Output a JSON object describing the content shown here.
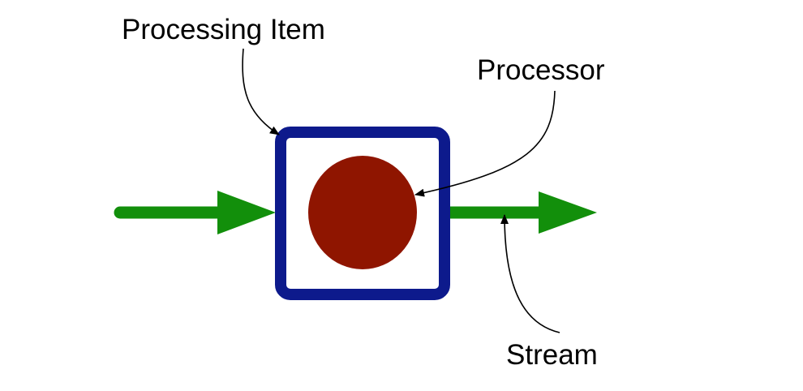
{
  "labels": {
    "processing_item": "Processing Item",
    "processor": "Processor",
    "stream": "Stream"
  },
  "colors": {
    "processing_item_border": "#0d1a8c",
    "processor_fill": "#8f1500",
    "stream_arrow": "#128f0b",
    "callout_line": "#000000"
  }
}
